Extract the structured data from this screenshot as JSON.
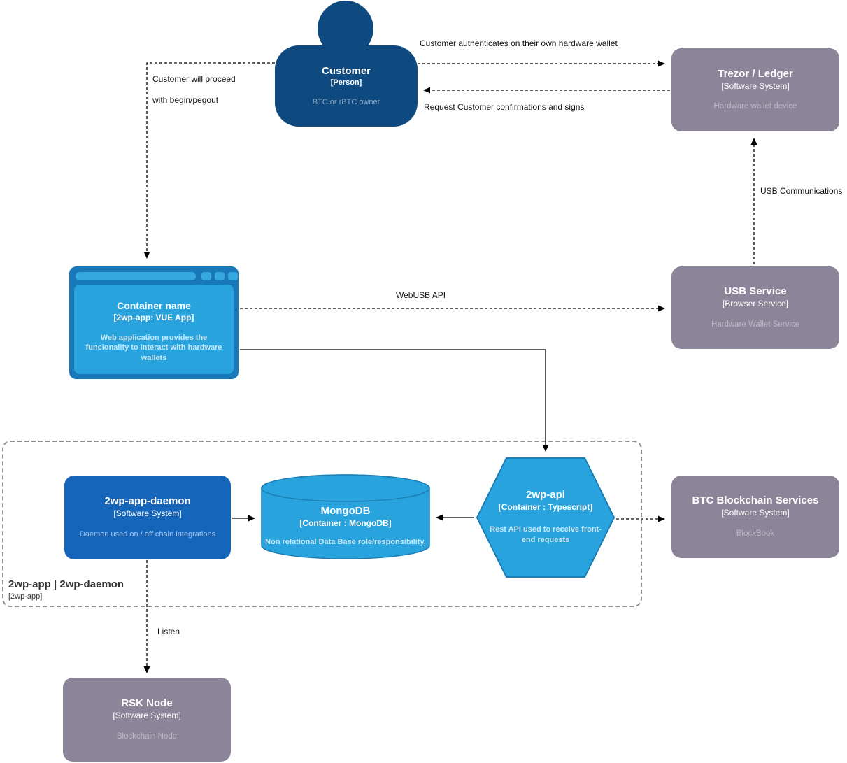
{
  "colors": {
    "navy": "#0E4A7F",
    "blue": "#1565BB",
    "lightblue": "#29A3DD",
    "lightblue_border": "#1A7FB5",
    "frame_blue": "#1878B8",
    "chrome_blue": "#35A9E0",
    "gray": "#8C8498",
    "gray_text": "#BDB7C6",
    "navy_text": "#8FA9C6",
    "blue_text": "#A9C7E9",
    "lightblue_text": "#CBE7F6",
    "line": "#000000",
    "boundary": "#919191",
    "boundary_text": "#333333"
  },
  "nodes": {
    "customer": {
      "title": "Customer",
      "subtitle": "[Person]",
      "description": "BTC or rBTC owner"
    },
    "trezor": {
      "title": "Trezor / Ledger",
      "subtitle": "[Software System]",
      "description": "Hardware wallet device"
    },
    "webapp": {
      "title": "Container name",
      "subtitle": "[2wp-app: VUE App]",
      "description": "Web application provides the funcionality to interact with hardware wallets"
    },
    "usb_service": {
      "title": "USB Service",
      "subtitle": "[Browser Service]",
      "description": "Hardware Wallet Service"
    },
    "daemon": {
      "title": "2wp-app-daemon",
      "subtitle": "[Software System]",
      "description": "Daemon used on / off chain integrations"
    },
    "mongodb": {
      "title": "MongoDB",
      "subtitle": "[Container : MongoDB]",
      "description": "Non relational Data Base role/responsibility."
    },
    "api": {
      "title": "2wp-api",
      "subtitle": "[Container : Typescript]",
      "description": "Rest API used to receive front-end requests"
    },
    "btc": {
      "title": "BTC Blockchain Services",
      "subtitle": "[Software System]",
      "description": "BlockBook"
    },
    "rsk": {
      "title": "RSK Node",
      "subtitle": "[Software System]",
      "description": "Blockchain Node"
    }
  },
  "boundary": {
    "title": "2wp-app | 2wp-daemon",
    "subtitle": "[2wp-app]"
  },
  "edges": {
    "auth": "Customer authenticates on their own hardware wallet",
    "confirm": "Request Customer confirmations and signs",
    "proceed1": "Customer will proceed",
    "proceed2": "with begin/pegout",
    "webusb": "WebUSB API",
    "usb_comm": "USB Communications",
    "listen": "Listen"
  }
}
